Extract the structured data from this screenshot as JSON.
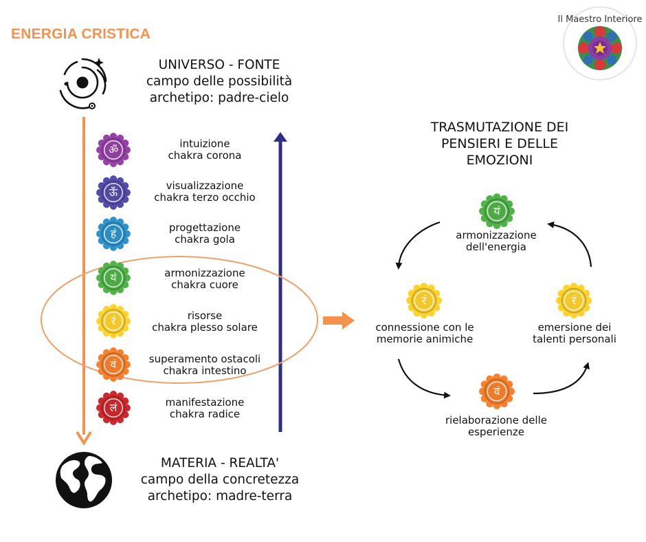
{
  "title": "ENERGIA CRISTICA",
  "logo_text": "Il Maestro Interiore",
  "universe": {
    "line1": "UNIVERSO - FONTE",
    "line2": "campo delle possibilità",
    "line3": "archetipo: padre-cielo"
  },
  "matter": {
    "line1": "MATERIA - REALTA'",
    "line2": "campo della concretezza",
    "line3": "archetipo: madre-terra"
  },
  "chakras": [
    {
      "line1": "intuizione",
      "line2": "chakra corona",
      "color": "#8e3fa0",
      "glyph": "ॐ"
    },
    {
      "line1": "visualizzazione",
      "line2": "chakra terzo occhio",
      "color": "#5048a3",
      "glyph": "ऊँ"
    },
    {
      "line1": "progettazione",
      "line2": "chakra gola",
      "color": "#2b8cc4",
      "glyph": "हं"
    },
    {
      "line1": "armonizzazione",
      "line2": "chakra cuore",
      "color": "#4caa45",
      "glyph": "यं"
    },
    {
      "line1": "risorse",
      "line2": "chakra plesso solare",
      "color": "#f4c82a",
      "glyph": "रं"
    },
    {
      "line1": "superamento ostacoli",
      "line2": "chakra intestino",
      "color": "#ee7a2b",
      "glyph": "वं"
    },
    {
      "line1": "manifestazione",
      "line2": "chakra radice",
      "color": "#c4262a",
      "glyph": "लं"
    }
  ],
  "cycle": {
    "title_line1": "TRASMUTAZIONE DEI",
    "title_line2": "PENSIERI E DELLE",
    "title_line3": "EMOZIONI",
    "nodes": [
      {
        "line1": "armonizzazione",
        "line2": "dell'energia",
        "color": "#4caa45",
        "glyph": "यं"
      },
      {
        "line1": "connessione con le",
        "line2": "memorie animiche",
        "color": "#f4c82a",
        "glyph": "रं"
      },
      {
        "line1": "emersione dei",
        "line2": "talenti personali",
        "color": "#f4c82a",
        "glyph": "रं"
      },
      {
        "line1": "rielaborazione delle",
        "line2": "esperienze",
        "color": "#ee7a2b",
        "glyph": "वं"
      }
    ]
  },
  "colors": {
    "accent_orange": "#f5924e",
    "down_arrow": "#f5924e",
    "up_arrow": "#2e2f86",
    "ellipse": "#f0a066"
  }
}
